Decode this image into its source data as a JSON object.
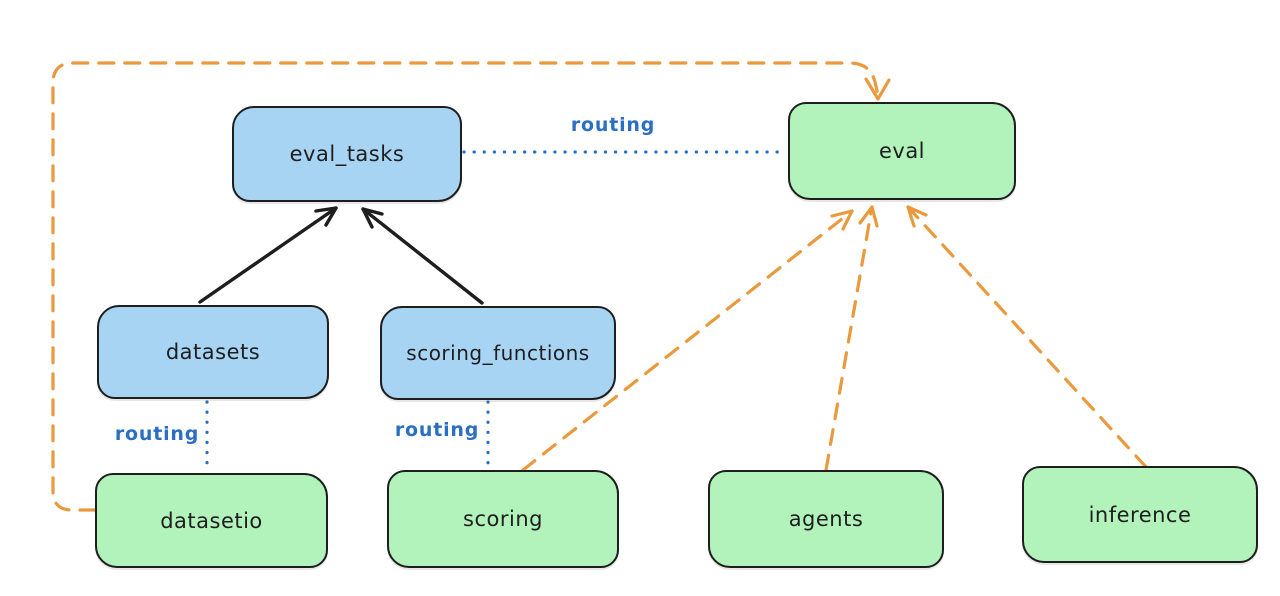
{
  "diagram": {
    "type": "architecture-diagram",
    "background": "#ffffff",
    "nodes": {
      "eval_tasks": {
        "label": "eval_tasks",
        "kind": "api",
        "fill": "#a8d4f4"
      },
      "eval": {
        "label": "eval",
        "kind": "provider",
        "fill": "#b2f2bb"
      },
      "datasets": {
        "label": "datasets",
        "kind": "api",
        "fill": "#a8d4f4"
      },
      "scoring_functions": {
        "label": "scoring_functions",
        "kind": "api",
        "fill": "#a8d4f4"
      },
      "datasetio": {
        "label": "datasetio",
        "kind": "provider",
        "fill": "#b2f2bb"
      },
      "scoring": {
        "label": "scoring",
        "kind": "provider",
        "fill": "#b2f2bb"
      },
      "agents": {
        "label": "agents",
        "kind": "provider",
        "fill": "#b2f2bb"
      },
      "inference": {
        "label": "inference",
        "kind": "provider",
        "fill": "#b2f2bb"
      }
    },
    "edge_labels": {
      "routing_top": "routing",
      "routing_left": "routing",
      "routing_mid": "routing"
    },
    "edges": [
      {
        "from": "datasets",
        "to": "eval_tasks",
        "style": "solid-arrow",
        "color": "#1e1e1e"
      },
      {
        "from": "scoring_functions",
        "to": "eval_tasks",
        "style": "solid-arrow",
        "color": "#1e1e1e"
      },
      {
        "from": "eval_tasks",
        "to": "eval",
        "style": "dotted",
        "color": "#2b6fc2",
        "label": "routing"
      },
      {
        "from": "datasets",
        "to": "datasetio",
        "style": "dotted",
        "color": "#2b6fc2",
        "label": "routing"
      },
      {
        "from": "scoring_functions",
        "to": "scoring",
        "style": "dotted",
        "color": "#2b6fc2",
        "label": "routing"
      },
      {
        "from": "datasetio",
        "to": "eval",
        "style": "dashed-arrow",
        "color": "#ea9a3e"
      },
      {
        "from": "scoring",
        "to": "eval",
        "style": "dashed-arrow",
        "color": "#ea9a3e"
      },
      {
        "from": "agents",
        "to": "eval",
        "style": "dashed-arrow",
        "color": "#ea9a3e"
      },
      {
        "from": "inference",
        "to": "eval",
        "style": "dashed-arrow",
        "color": "#ea9a3e"
      }
    ],
    "colors": {
      "api_fill": "#a8d4f4",
      "provider_fill": "#b2f2bb",
      "stroke": "#1e1e1e",
      "routing_blue": "#2b6fc2",
      "orange": "#ea9a3e"
    }
  }
}
